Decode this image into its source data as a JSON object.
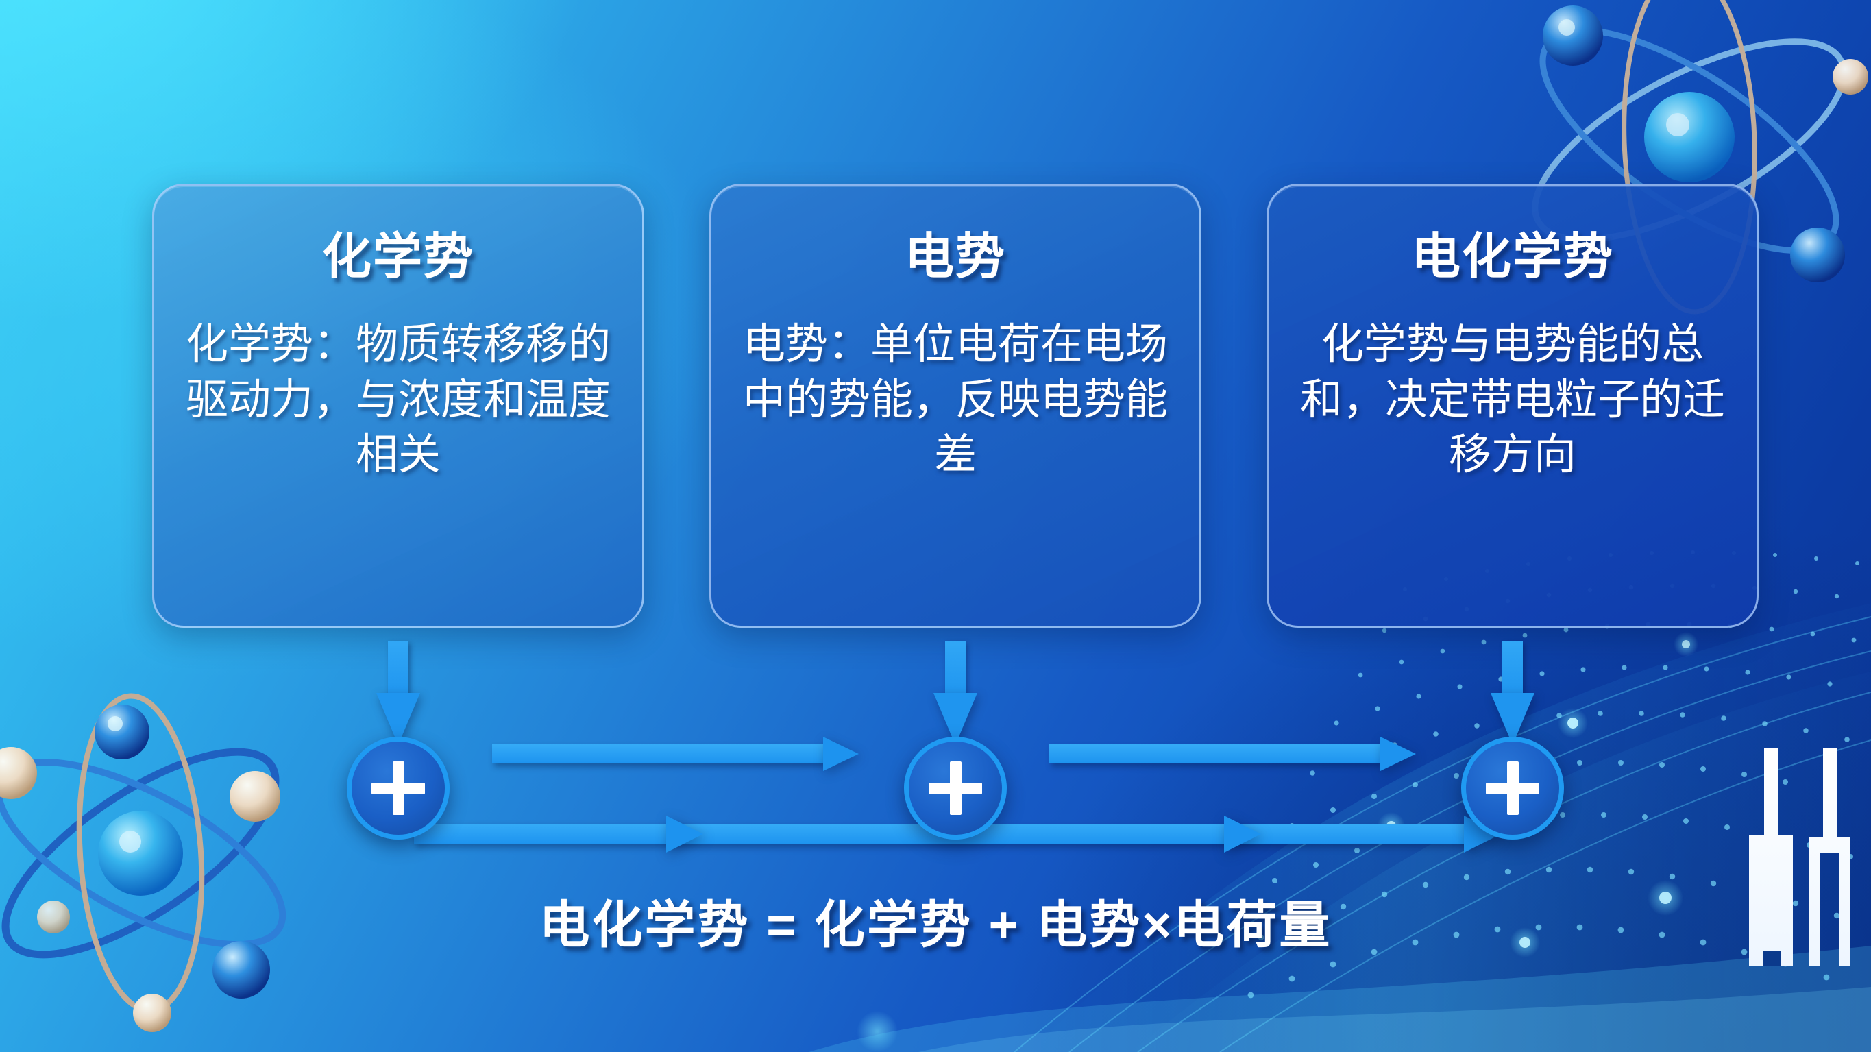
{
  "slide": {
    "cards": [
      {
        "title": "化学势",
        "body": "化学势：物质转移移的驱动力，与浓度和温度相关",
        "icon": "plus-circle-icon"
      },
      {
        "title": "电势",
        "body": "电势：单位电荷在电场中的势能，反映电势能差",
        "icon": "plus-circle-icon"
      },
      {
        "title": "电化学势",
        "body": "化学势与电势能的总和，决定带电粒子的迁移方向",
        "icon": "plus-circle-icon"
      }
    ],
    "formula": "电化学势 = 化学势 + 电势×电荷量",
    "plus_glyph": "+",
    "colors": {
      "bg_light": "#3fd2f6",
      "bg_dark": "#0a3393",
      "card_border": "#b9d8ff",
      "arrow": "#1d93ef",
      "plus_ring": "#1f9af2",
      "text": "#ffffff"
    },
    "decorations": {
      "atom_top_right": "atom-model-icon",
      "atom_bottom_left": "atom-model-icon",
      "test_tubes": "test-tube-icon",
      "wave_particles": "particle-wave-graphic"
    }
  }
}
